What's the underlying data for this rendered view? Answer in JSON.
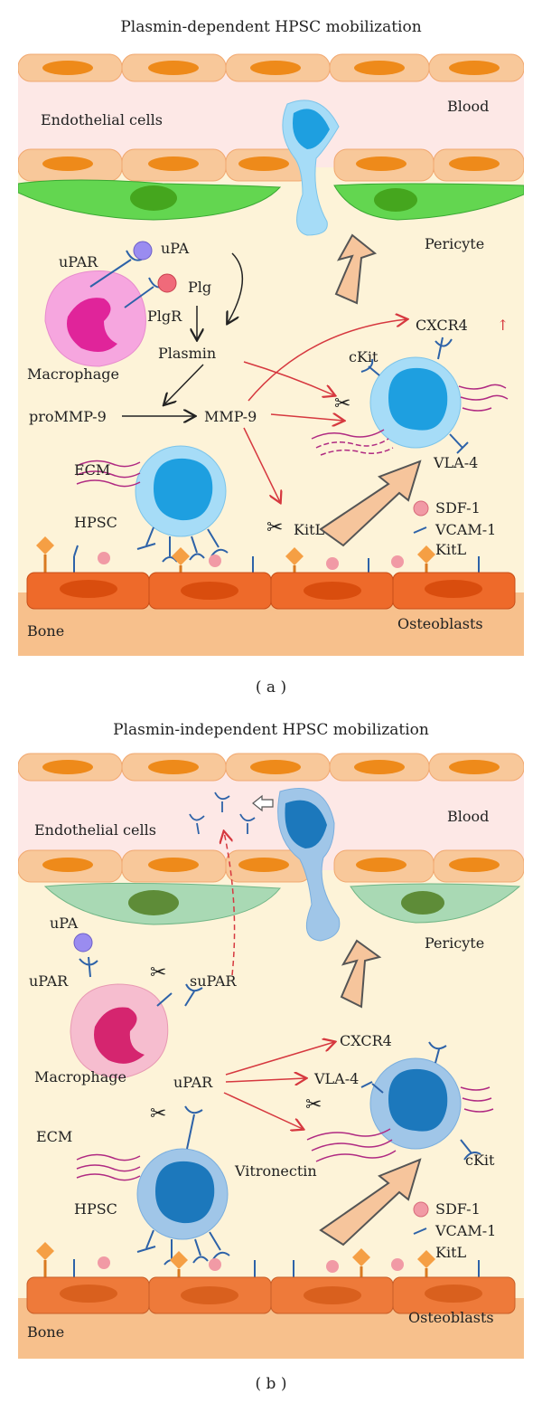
{
  "panel_a": {
    "title": "Plasmin-dependent HPSC mobilization",
    "label": "( a )",
    "labels": {
      "endothelial": "Endothelial cells",
      "blood": "Blood",
      "pericyte": "Pericyte",
      "upar": "uPAR",
      "upa": "uPA",
      "plg": "Plg",
      "plgr": "PlgR",
      "macrophage": "Macrophage",
      "plasmin": "Plasmin",
      "prommp9": "proMMP-9",
      "mmp9": "MMP-9",
      "cxcr4": "CXCR4",
      "up_arrow": "↑",
      "ckit": "cKit",
      "vla4": "VLA-4",
      "ecm": "ECM",
      "hpsc": "HPSC",
      "kitl_cut": "KitL",
      "sdf1": "SDF-1",
      "vcam1": "VCAM-1",
      "kitl": "KitL",
      "bone": "Bone",
      "osteoblasts": "Osteoblasts"
    }
  },
  "panel_b": {
    "title": "Plasmin-independent HPSC mobilization",
    "label": "( b )",
    "labels": {
      "endothelial": "Endothelial cells",
      "blood": "Blood",
      "pericyte": "Pericyte",
      "upa": "uPA",
      "upar": "uPAR",
      "supar": "suPAR",
      "macrophage": "Macrophage",
      "upar_center": "uPAR",
      "cxcr4": "CXCR4",
      "vla4": "VLA-4",
      "ecm": "ECM",
      "vitronectin": "Vitronectin",
      "hpsc": "HPSC",
      "ckit": "cKit",
      "sdf1": "SDF-1",
      "vcam1": "VCAM-1",
      "kitl": "KitL",
      "bone": "Bone",
      "osteoblasts": "Osteoblasts"
    }
  },
  "colors": {
    "endothelial": "#f8c89a",
    "nucleus_orange": "#ee8a1a",
    "pericyte_a": "#5fd34a",
    "pericyte_b": "#7fc79a",
    "hpsc_a": "#29a9e6",
    "hpsc_b": "#2a86c4",
    "macrophage_a": "#e0249a",
    "macrophage_b": "#d5256f",
    "osteoblast": "#ee6a2a",
    "arrow_red": "#d6383f"
  }
}
